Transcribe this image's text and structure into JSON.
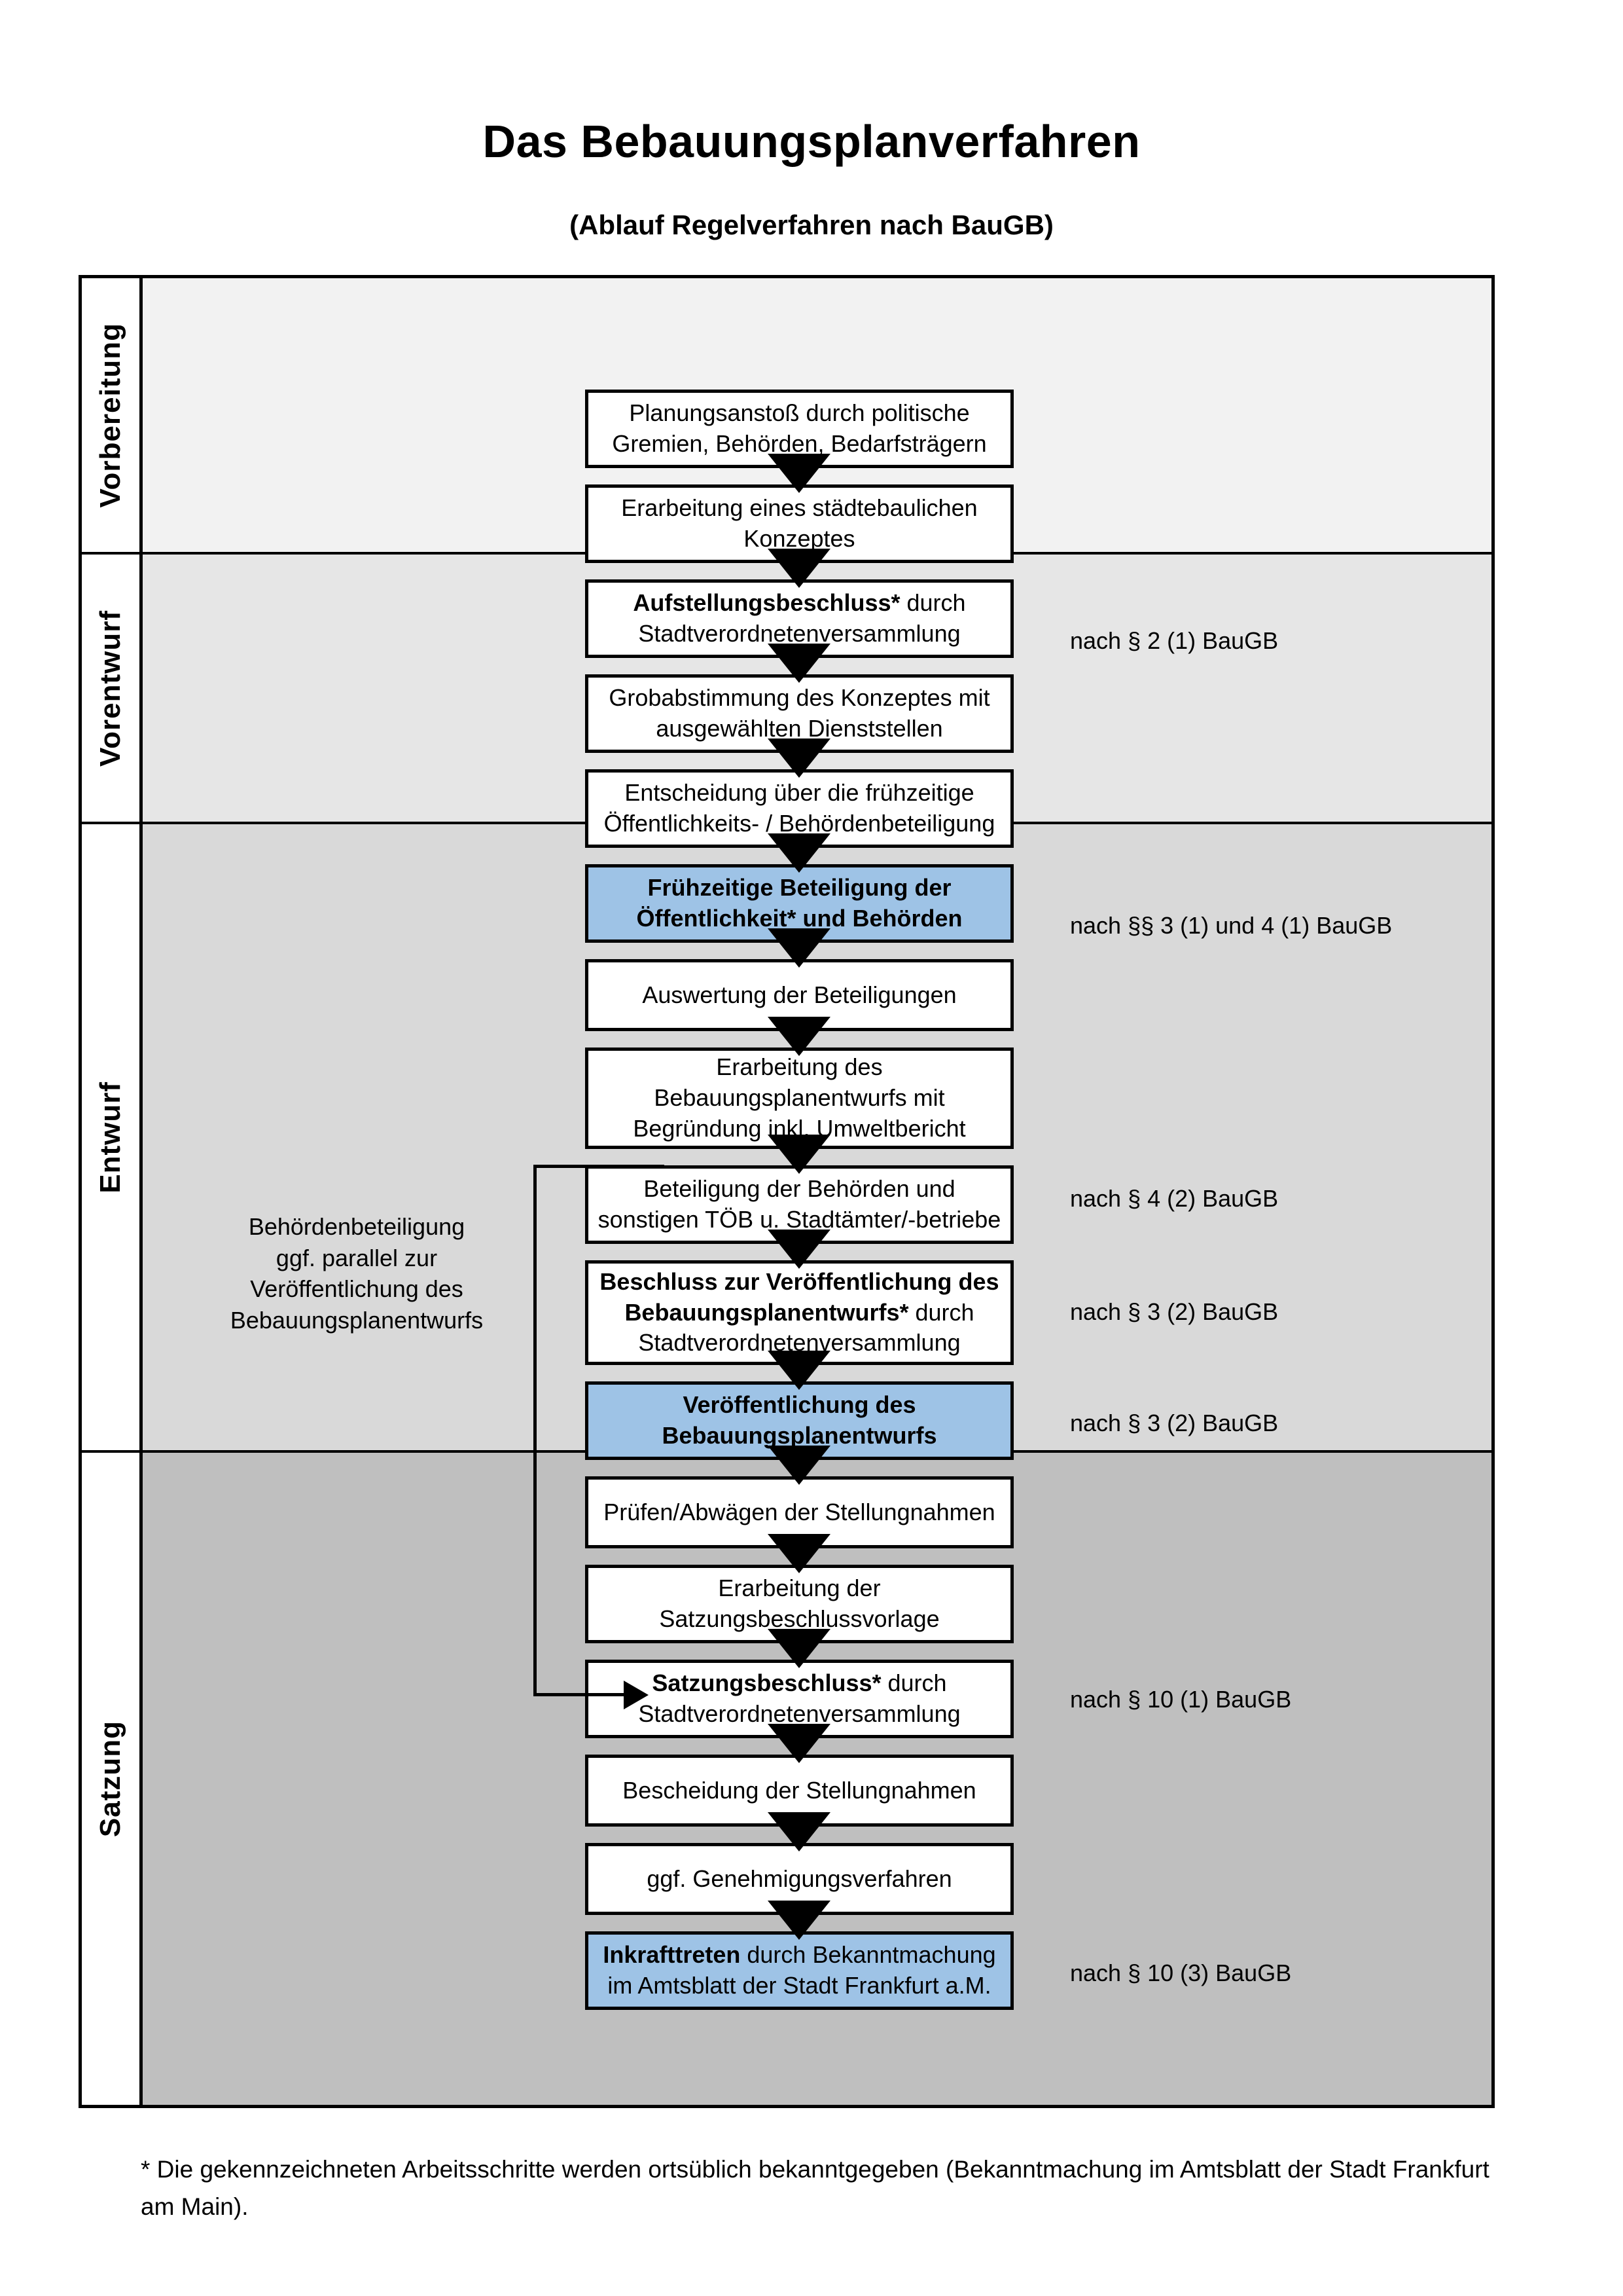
{
  "header": {
    "title": "Das Bebauungsplanverfahren",
    "subtitle": "(Ablauf Regelverfahren nach BauGB)"
  },
  "phases": [
    {
      "id": "vorbereitung",
      "label": "Vorbereitung",
      "bg": "#f2f2f2"
    },
    {
      "id": "vorentwurf",
      "label": "Vorentwurf",
      "bg": "#e6e6e6"
    },
    {
      "id": "entwurf",
      "label": "Entwurf",
      "bg": "#d9d9d9"
    },
    {
      "id": "satzung",
      "label": "Satzung",
      "bg": "#bfbfbf"
    }
  ],
  "steps": [
    {
      "n": 1,
      "phase": "vorbereitung",
      "highlight": false,
      "lines": [
        {
          "t": "Planungsanstoß durch politische",
          "b": false
        },
        {
          "t": "Gremien, Behörden, Bedarfsträgern",
          "b": false
        }
      ]
    },
    {
      "n": 2,
      "phase": "vorbereitung",
      "highlight": false,
      "lines": [
        {
          "t": "Erarbeitung eines städtebaulichen",
          "b": false
        },
        {
          "t": "Konzeptes",
          "b": false
        }
      ]
    },
    {
      "n": 3,
      "phase": "vorbereitung",
      "highlight": false,
      "lines": [
        {
          "t": "Aufstellungsbeschluss*",
          "b": true
        },
        {
          "t": " durch",
          "b": false
        },
        {
          "t": "Stadtverordnetenversammlung",
          "b": false
        }
      ]
    },
    {
      "n": 4,
      "phase": "vorentwurf",
      "highlight": false,
      "lines": [
        {
          "t": "Grobabstimmung des Konzeptes mit",
          "b": false
        },
        {
          "t": "ausgewählten Dienststellen",
          "b": false
        }
      ]
    },
    {
      "n": 5,
      "phase": "vorentwurf",
      "highlight": false,
      "lines": [
        {
          "t": "Entscheidung über die frühzeitige",
          "b": false
        },
        {
          "t": "Öffentlichkeits- / Behördenbeteiligung",
          "b": false
        }
      ]
    },
    {
      "n": 6,
      "phase": "vorentwurf",
      "highlight": true,
      "lines": [
        {
          "t": "Frühzeitige Beteiligung der",
          "b": true
        },
        {
          "t": "Öffentlichkeit* und Behörden",
          "b": true
        }
      ]
    },
    {
      "n": 7,
      "phase": "entwurf",
      "highlight": false,
      "lines": [
        {
          "t": "Auswertung der Beteiligungen",
          "b": false
        }
      ]
    },
    {
      "n": 8,
      "phase": "entwurf",
      "highlight": false,
      "lines": [
        {
          "t": "Erarbeitung des",
          "b": false
        },
        {
          "t": "Bebauungsplanentwurfs mit",
          "b": false
        },
        {
          "t": "Begründung inkl. Umweltbericht",
          "b": false
        }
      ]
    },
    {
      "n": 9,
      "phase": "entwurf",
      "highlight": false,
      "lines": [
        {
          "t": "Beteiligung der Behörden und",
          "b": false
        },
        {
          "t": "sonstigen TÖB u. Stadtämter/-betriebe",
          "b": false
        }
      ]
    },
    {
      "n": 10,
      "phase": "entwurf",
      "highlight": false,
      "lines": [
        {
          "t": "Beschluss zur Veröffentlichung des",
          "b": true
        },
        {
          "t": "Bebauungsplanentwurfs*",
          "b": true
        },
        {
          "t": " durch",
          "b": false
        },
        {
          "t": "Stadtverordnetenversammlung",
          "b": false
        }
      ]
    },
    {
      "n": 11,
      "phase": "entwurf",
      "highlight": true,
      "lines": [
        {
          "t": "Veröffentlichung des",
          "b": true
        },
        {
          "t": "Bebauungsplanentwurfs",
          "b": true
        }
      ]
    },
    {
      "n": 12,
      "phase": "satzung",
      "highlight": false,
      "lines": [
        {
          "t": "Prüfen/Abwägen der Stellungnahmen",
          "b": false
        }
      ]
    },
    {
      "n": 13,
      "phase": "satzung",
      "highlight": false,
      "lines": [
        {
          "t": "Erarbeitung der",
          "b": false
        },
        {
          "t": "Satzungsbeschlussvorlage",
          "b": false
        }
      ]
    },
    {
      "n": 14,
      "phase": "satzung",
      "highlight": false,
      "lines": [
        {
          "t": "Satzungsbeschluss*",
          "b": true
        },
        {
          "t": " durch",
          "b": false
        },
        {
          "t": "Stadtverordnetenversammlung",
          "b": false
        }
      ]
    },
    {
      "n": 15,
      "phase": "satzung",
      "highlight": false,
      "lines": [
        {
          "t": "Bescheidung der Stellungnahmen",
          "b": false
        }
      ]
    },
    {
      "n": 16,
      "phase": "satzung",
      "highlight": false,
      "lines": [
        {
          "t": "ggf. Genehmigungsverfahren",
          "b": false
        }
      ]
    },
    {
      "n": 17,
      "phase": "satzung",
      "highlight": true,
      "lines": [
        {
          "t": "Inkrafttreten",
          "b": true
        },
        {
          "t": " durch Bekanntmachung",
          "b": false
        },
        {
          "t": "im Amtsblatt der Stadt Frankfurt a.M.",
          "b": false
        }
      ]
    }
  ],
  "step_text": {
    "s1_l1": "Planungsanstoß durch politische",
    "s1_l2": "Gremien, Behörden, Bedarfsträgern",
    "s2_l1": "Erarbeitung eines städtebaulichen",
    "s2_l2": "Konzeptes",
    "s3_strong": "Aufstellungsbeschluss*",
    "s3_rest": " durch",
    "s3_l2": "Stadtverordnetenversammlung",
    "s4_l1": "Grobabstimmung des Konzeptes mit",
    "s4_l2": "ausgewählten Dienststellen",
    "s5_l1": "Entscheidung über die frühzeitige",
    "s5_l2": "Öffentlichkeits- / Behördenbeteiligung",
    "s6_l1": "Frühzeitige Beteiligung der",
    "s6_l2": "Öffentlichkeit* und Behörden",
    "s7_l1": "Auswertung der Beteiligungen",
    "s8_l1": "Erarbeitung des",
    "s8_l2": "Bebauungsplanentwurfs mit",
    "s8_l3": "Begründung inkl. Umweltbericht",
    "s9_l1": "Beteiligung der Behörden und",
    "s9_l2": "sonstigen TÖB u. Stadtämter/-betriebe",
    "s10_strong1": "Beschluss zur Veröffentlichung des",
    "s10_strong2": "Bebauungsplanentwurfs*",
    "s10_rest": " durch",
    "s10_l3": "Stadtverordnetenversammlung",
    "s11_l1": "Veröffentlichung des",
    "s11_l2": "Bebauungsplanentwurfs",
    "s12_l1": "Prüfen/Abwägen der Stellungnahmen",
    "s13_l1": "Erarbeitung der",
    "s13_l2": "Satzungsbeschlussvorlage",
    "s14_strong": "Satzungsbeschluss*",
    "s14_rest": " durch",
    "s14_l2": "Stadtverordnetenversammlung",
    "s15_l1": "Bescheidung der Stellungnahmen",
    "s16_l1": "ggf. Genehmigungsverfahren",
    "s17_strong": "Inkrafttreten",
    "s17_rest": " durch Bekanntmachung",
    "s17_l2": "im Amtsblatt der Stadt Frankfurt a.M."
  },
  "notes": [
    {
      "id": "note_2_1",
      "text": "nach § 2 (1) BauGB"
    },
    {
      "id": "note_3_4_1",
      "text": "nach §§ 3 (1) und 4 (1) BauGB"
    },
    {
      "id": "note_4_2",
      "text": "nach § 4 (2) BauGB"
    },
    {
      "id": "note_3_2_a",
      "text": "nach § 3 (2) BauGB"
    },
    {
      "id": "note_3_2_b",
      "text": "nach § 3 (2) BauGB"
    },
    {
      "id": "note_10_1",
      "text": "nach § 10 (1) BauGB"
    },
    {
      "id": "note_10_3",
      "text": "nach § 10 (3) BauGB"
    }
  ],
  "sidenote": {
    "l1": "Behördenbeteiligung",
    "l2": "ggf. parallel zur",
    "l3": "Veröffentlichung des",
    "l4": "Bebauungsplanentwurfs"
  },
  "footnote": {
    "text": "* Die gekennzeichneten Arbeitsschritte werden ortsüblich bekanntgegeben (Bekanntmachung im Amtsblatt  der Stadt Frankfurt am Main)."
  },
  "colors": {
    "highlight": "#9EC3E6",
    "band_vorbereitung": "#F2F2F2",
    "band_vorentwurf": "#E6E6E6",
    "band_entwurf": "#D9D9D9",
    "band_satzung": "#BFBFBF",
    "outline": "#000000"
  }
}
